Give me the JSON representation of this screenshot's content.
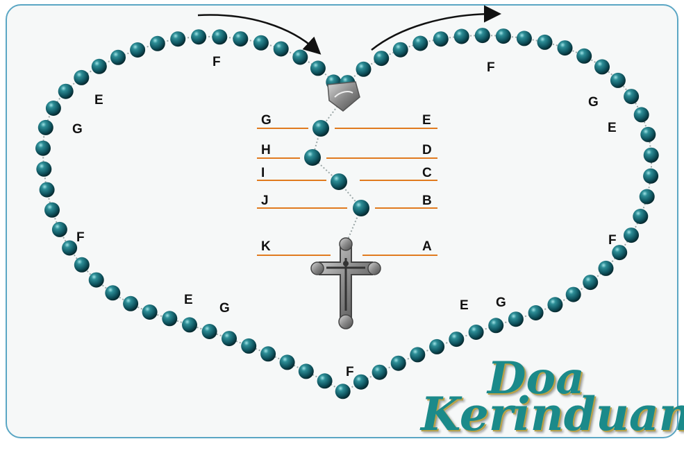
{
  "labels": {
    "loop_top_left_F": "F",
    "loop_top_right_F": "F",
    "loop_left_E": "E",
    "loop_left_G": "G",
    "loop_right_G": "G",
    "loop_right_E": "E",
    "loop_left_F": "F",
    "loop_right_F": "F",
    "loop_bottom_left_E": "E",
    "loop_bottom_left_G": "G",
    "loop_bottom_right_E": "E",
    "loop_bottom_right_G": "G",
    "loop_bottom_F": "F",
    "stem_left": [
      "G",
      "H",
      "I",
      "J",
      "K"
    ],
    "stem_right": [
      "E",
      "D",
      "C",
      "B",
      "A"
    ]
  },
  "title": {
    "line1": "Doa",
    "line2": "Kerinduan"
  },
  "colors": {
    "bead": "#0f5560",
    "bead_highlight": "#7fd0d6",
    "guide_line": "#e07a1e",
    "frame": "#5aa6c4",
    "title": "#1b8a8a",
    "title_shadow": "#b9a24a",
    "medal": "#9a9a9a"
  },
  "icons": {
    "arrows": "curved-arrow-icon",
    "medal": "centerpiece-medal-icon",
    "cross": "crucifix-icon"
  }
}
